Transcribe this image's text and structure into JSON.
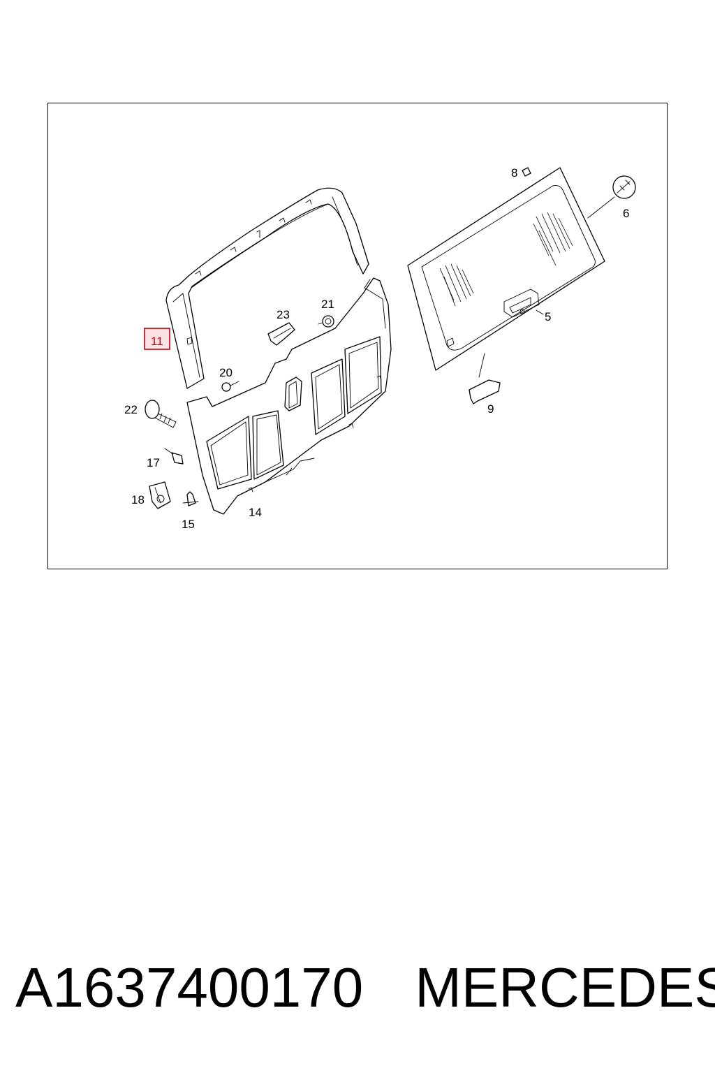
{
  "diagram": {
    "callouts": [
      "5",
      "6",
      "8",
      "9",
      "11",
      "14",
      "15",
      "17",
      "18",
      "20",
      "21",
      "22",
      "23"
    ],
    "highlighted_callout": "11",
    "highlight_color": "#c0000f",
    "highlight_fill": "#fde0e4"
  },
  "footer": {
    "part_number": "A1637400170",
    "brand": "MERCEDES"
  }
}
